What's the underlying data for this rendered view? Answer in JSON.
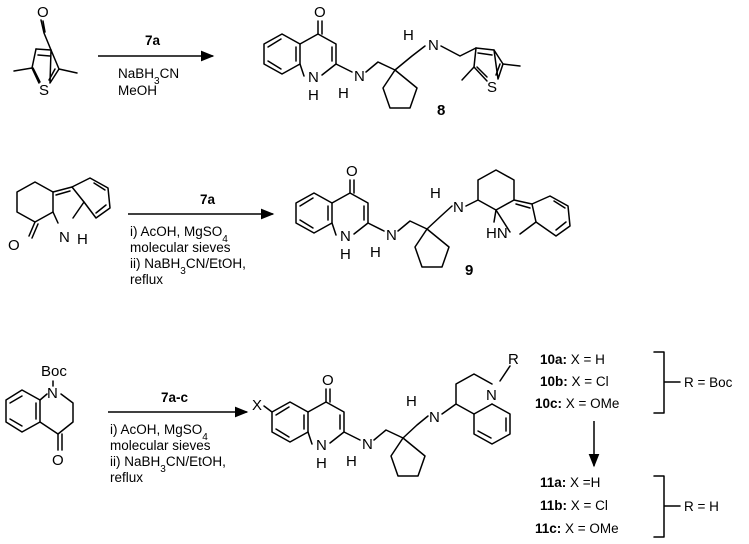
{
  "reaction1": {
    "sm_atoms": {
      "O": "O",
      "S": "S"
    },
    "reagent_top": "7a",
    "conditions": [
      "NaBH3CN",
      "MeOH"
    ],
    "product_atoms": {
      "O": "O",
      "N_ring": "N",
      "H_ring": "H",
      "NH_link": "N",
      "H_link": "H",
      "N_amine": "N",
      "H_amine": "H",
      "S": "S"
    },
    "product_label": "8"
  },
  "reaction2": {
    "sm_atoms": {
      "O": "O",
      "N": "N",
      "H": "H"
    },
    "reagent_top": "7a",
    "conditions": [
      "i) AcOH, MgSO4",
      "molecular sieves",
      "ii) NaBH3CN/EtOH,",
      "reflux"
    ],
    "product_atoms": {
      "O": "O",
      "N_ring": "N",
      "H_ring": "H",
      "NH_link": "N",
      "H_link": "H",
      "N_amine": "N",
      "H_amine": "H",
      "HN": "HN"
    },
    "product_label": "9"
  },
  "reaction3": {
    "sm_atoms": {
      "Boc": "Boc",
      "N": "N",
      "O": "O"
    },
    "reagent_top": "7a-c",
    "conditions": [
      "i) AcOH, MgSO4",
      "molecular sieves",
      "ii) NaBH3CN/EtOH,",
      "reflux"
    ],
    "product_atoms": {
      "X": "X",
      "O": "O",
      "N_ring": "N",
      "H_ring": "H",
      "NH_link": "N",
      "H_link": "H",
      "N_amine": "N",
      "H_amine": "H",
      "N_thq": "N",
      "R": "R"
    },
    "series_boc": [
      {
        "id": "10a:",
        "rest": " X = H"
      },
      {
        "id": "10b:",
        "rest": " X = Cl"
      },
      {
        "id": "10c:",
        "rest": " X = OMe"
      }
    ],
    "series_boc_label": "R = Boc",
    "series_h": [
      {
        "id": "11a:",
        "rest": " X =H"
      },
      {
        "id": "11b:",
        "rest": " X = Cl"
      },
      {
        "id": "11c:",
        "rest": " X = OMe"
      }
    ],
    "series_h_label": "R = H"
  }
}
